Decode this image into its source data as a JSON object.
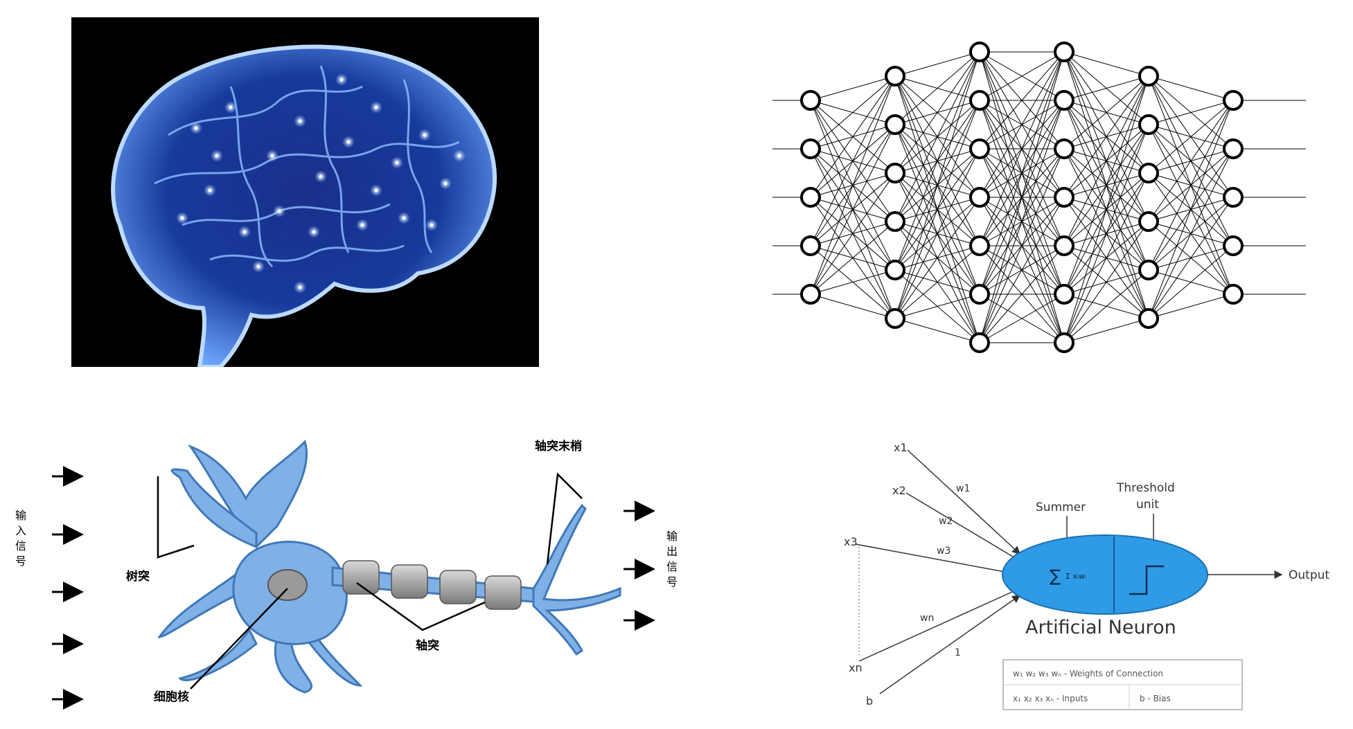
{
  "biological_neuron": {
    "input_label": "输入信号",
    "output_label": "输出信号",
    "dendrite_label": "树突",
    "nucleus_label": "细胞核",
    "axon_label": "轴突",
    "axon_terminal_label": "轴突末梢"
  },
  "network": {
    "layers": [
      5,
      6,
      7,
      7,
      6,
      5
    ]
  },
  "artificial_neuron": {
    "title": "Artificial Neuron",
    "summer_label": "Summer",
    "threshold_label_line1": "Threshold",
    "threshold_label_line2": "unit",
    "output_label": "Output",
    "inputs": [
      "x1",
      "x2",
      "x3",
      "xn",
      "b"
    ],
    "weights": [
      "w1",
      "w2",
      "w3",
      "wn",
      "1"
    ],
    "summation": "Σ xᵢwᵢ",
    "legend_weights": "w₁ w₂ w₃ wₙ - Weights of Connection",
    "legend_inputs": "x₁ x₂ x₃ xₙ - Inputs",
    "legend_bias": "b - Bias"
  },
  "colors": {
    "neuron_fill": "#7fb0e6",
    "neuron_stroke": "#3f78b8",
    "ellipse_fill": "#2f9be6",
    "brain_glow": "#9ecbff"
  }
}
